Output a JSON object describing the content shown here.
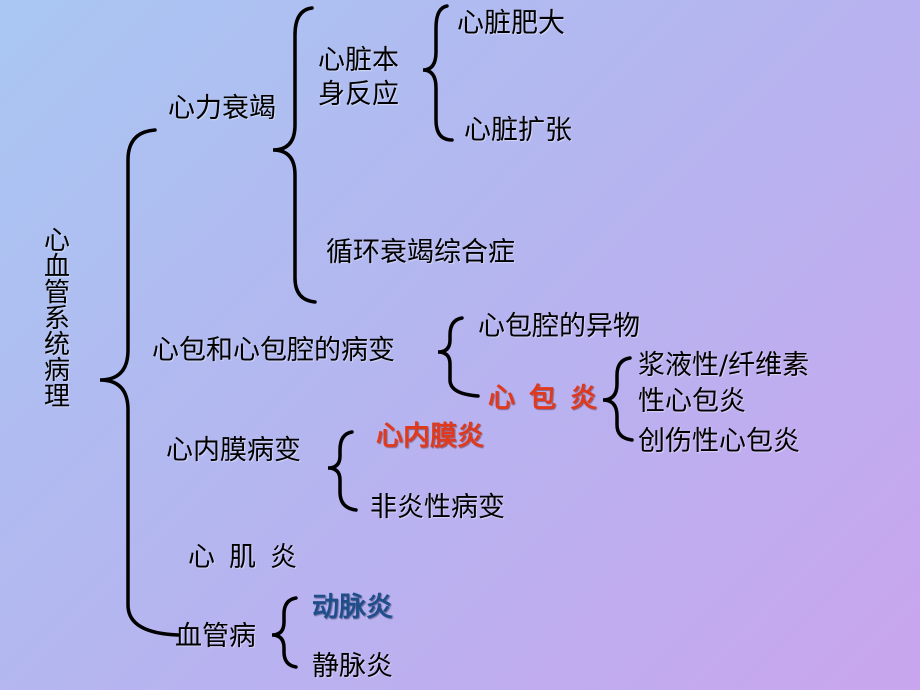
{
  "root": {
    "text": "心血管系统病理"
  },
  "heart_failure": {
    "text": "心力衰竭"
  },
  "heart_self_reaction": {
    "line1": "心脏本",
    "line2": "身反应"
  },
  "cardiac_hypertrophy": {
    "text": "心脏肥大"
  },
  "cardiac_dilation": {
    "text": "心脏扩张"
  },
  "circulatory_failure": {
    "text": "循环衰竭综合症"
  },
  "pericardial_disease": {
    "text": "心包和心包腔的病变"
  },
  "pericardial_foreign_body": {
    "text": "心包腔的异物"
  },
  "pericarditis": {
    "text": "心包炎",
    "color": "#e03a1e"
  },
  "serous_fibrinous_line1": {
    "text": "浆液性/纤维素"
  },
  "serous_fibrinous_line2": {
    "text": "性心包炎"
  },
  "traumatic_pericarditis": {
    "text": "创伤性心包炎"
  },
  "endocardial_disease": {
    "text": "心内膜病变"
  },
  "endocarditis": {
    "text": "心内膜炎",
    "color": "#e03a1e"
  },
  "noninflammatory": {
    "text": "非炎性病变"
  },
  "myocarditis": {
    "text": "心肌炎"
  },
  "vascular_disease": {
    "text": "血管病"
  },
  "arteritis": {
    "text": "动脉炎",
    "color": "#1f4f8a"
  },
  "phlebitis": {
    "text": "静脉炎"
  }
}
